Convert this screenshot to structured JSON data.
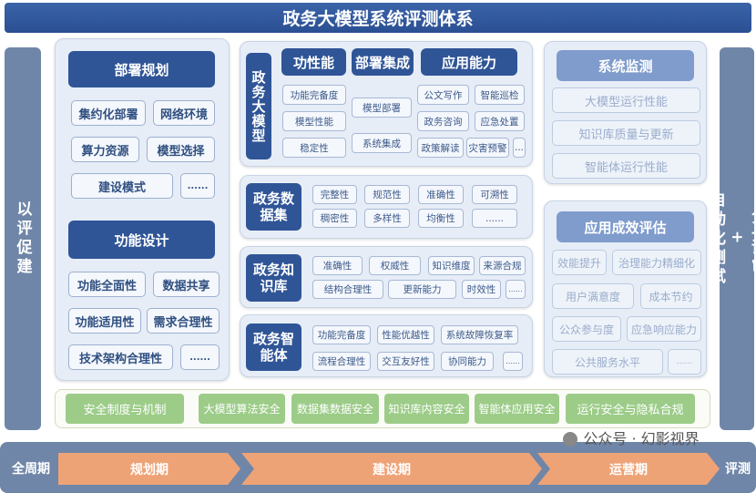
{
  "title": "政务大模型系统评测体系",
  "left_bar": "以评促建",
  "right_bar": {
    "top": "人工评审",
    "plus": "+",
    "bottom": "自动化测试"
  },
  "deploy": {
    "header": "部署规划",
    "items": [
      "集约化部署",
      "网络环境",
      "算力资源",
      "模型选择",
      "建设模式",
      "......"
    ]
  },
  "function": {
    "header": "功能设计",
    "items": [
      "功能全面性",
      "数据共享",
      "功能适用性",
      "需求合理性",
      "技术架构合理性",
      "......"
    ]
  },
  "llm": {
    "label": "政务大模型",
    "headers": [
      "功性能",
      "部署集成",
      "应用能力"
    ],
    "perf": [
      "功能完备度",
      "模型性能",
      "稳定性"
    ],
    "deploy": [
      "模型部署",
      "系统集成"
    ],
    "apps": [
      "公文写作",
      "智能巡检",
      "政务咨询",
      "应急处置",
      "政策解读",
      "灾害预警",
      "..."
    ]
  },
  "dataset": {
    "label": "政务数据集",
    "items": [
      "完整性",
      "规范性",
      "准确性",
      "可溯性",
      "稠密性",
      "多样性",
      "均衡性",
      "......"
    ]
  },
  "kb": {
    "label": "政务知识库",
    "items": [
      "准确性",
      "权威性",
      "知识维度",
      "来源合规",
      "结构合理性",
      "更新能力",
      "时效性",
      "......"
    ]
  },
  "agent": {
    "label": "政务智能体",
    "items": [
      "功能完备度",
      "性能优越性",
      "系统故障恢复率",
      "流程合理性",
      "交互友好性",
      "协同能力",
      "......"
    ]
  },
  "monitor": {
    "header": "系统监测",
    "items": [
      "大模型运行性能",
      "知识库质量与更新",
      "智能体运行性能"
    ]
  },
  "effect": {
    "header": "应用成效评估",
    "items": [
      "效能提升",
      "治理能力精细化",
      "用户满意度",
      "成本节约",
      "公众参与度",
      "应急响应能力",
      "公共服务水平",
      "......"
    ]
  },
  "security": [
    "安全制度与机制",
    "大模型算法安全",
    "数据集数据安全",
    "知识库内容安全",
    "智能体应用安全",
    "运行安全与隐私合规"
  ],
  "timeline": {
    "start": "全周期",
    "phases": [
      "规划期",
      "建设期",
      "运营期"
    ],
    "end": "评测"
  },
  "watermark": "公众号 · 幻影视界"
}
